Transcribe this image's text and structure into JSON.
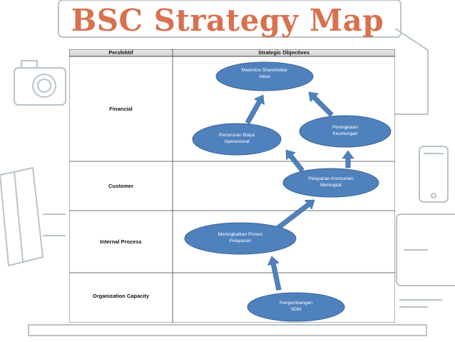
{
  "slide": {
    "title": "BSC Strategy Map"
  },
  "table": {
    "headers": [
      "Persfektif",
      "Strategic Objectives"
    ],
    "perspectives": [
      "Financial",
      "Customer",
      "Internal Process",
      "Organization Capacity"
    ]
  },
  "objectives": [
    {
      "id": "maximize",
      "label": "Maximize Shareholder\nValue",
      "perspective": "Financial"
    },
    {
      "id": "peningkatan",
      "label": "Peningkatan\nKeuntungan",
      "perspective": "Financial"
    },
    {
      "id": "penurunan",
      "label": "Penurunan Biaya\nOperasional",
      "perspective": "Financial"
    },
    {
      "id": "pelayanan",
      "label": "Pelayanan Konsumen\nMeningkat",
      "perspective": "Customer"
    },
    {
      "id": "proses",
      "label": "Meningkatkan Proses\nPelayanan",
      "perspective": "Internal Process"
    },
    {
      "id": "sdm",
      "label": "Pengembangan\nSDM",
      "perspective": "Organization Capacity"
    }
  ],
  "links": [
    {
      "from": "sdm",
      "to": "proses"
    },
    {
      "from": "proses",
      "to": "pelayanan"
    },
    {
      "from": "pelayanan",
      "to": "penurunan"
    },
    {
      "from": "pelayanan",
      "to": "peningkatan"
    },
    {
      "from": "penurunan",
      "to": "maximize"
    },
    {
      "from": "peningkatan",
      "to": "maximize"
    }
  ],
  "colors": {
    "title": "#d8714f",
    "bubble": "#4f81bd",
    "bubble_stroke": "#3a6696",
    "arrow": "#4f81bd",
    "header_bg": "#d9d9d9"
  },
  "decorations": [
    "laptop-icon",
    "camera-icon",
    "notebook-icon",
    "phone-icon",
    "tablet-icon"
  ]
}
